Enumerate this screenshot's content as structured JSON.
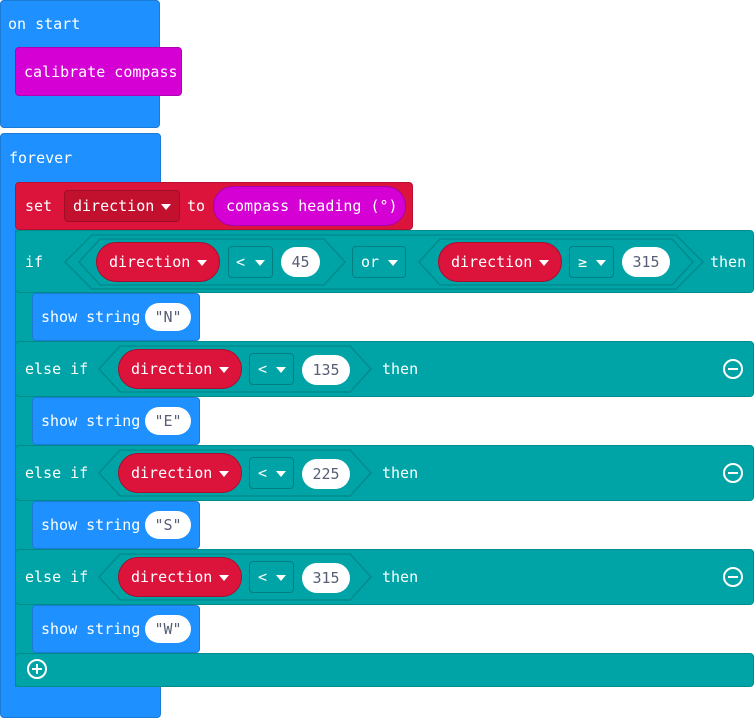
{
  "on_start": {
    "label": "on start",
    "calibrate_label": "calibrate compass"
  },
  "forever": {
    "label": "forever",
    "set_block": {
      "set_label": "set",
      "variable": "direction",
      "to_label": "to",
      "value_label": "compass heading (°)"
    },
    "if_block": {
      "if_label": "if",
      "condition": {
        "left": {
          "variable": "direction",
          "operator": "<",
          "value": "45"
        },
        "logic_op": "or",
        "right": {
          "variable": "direction",
          "operator": "≥",
          "value": "315"
        }
      },
      "then_label": "then",
      "show_label": "show string",
      "string_value": "\"N\""
    },
    "else_ifs": [
      {
        "else_if_label": "else if",
        "variable": "direction",
        "operator": "<",
        "value": "135",
        "then_label": "then",
        "show_label": "show string",
        "string_value": "\"E\""
      },
      {
        "else_if_label": "else if",
        "variable": "direction",
        "operator": "<",
        "value": "225",
        "then_label": "then",
        "show_label": "show string",
        "string_value": "\"S\""
      },
      {
        "else_if_label": "else if",
        "variable": "direction",
        "operator": "<",
        "value": "315",
        "then_label": "then",
        "show_label": "show string",
        "string_value": "\"W\""
      }
    ]
  },
  "colors": {
    "event_blue": "#1e90ff",
    "input_magenta": "#d400d4",
    "variable_red": "#dc143c",
    "logic_teal": "#00a4a6",
    "text_gray": "#575e75"
  },
  "icons": {
    "remove": "minus-circle-icon",
    "add": "plus-circle-icon",
    "dropdown": "caret-down-icon"
  }
}
